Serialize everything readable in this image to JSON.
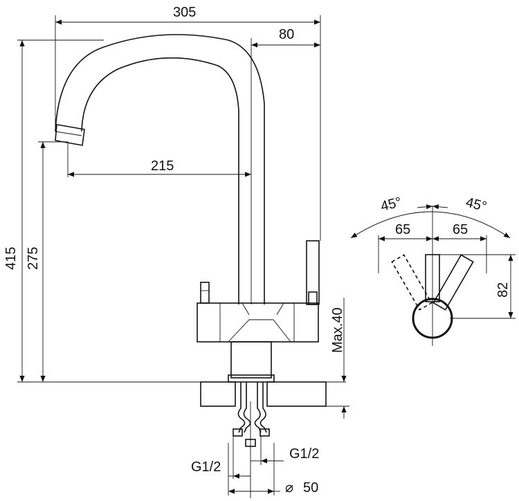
{
  "dimensions": {
    "total_reach": "305",
    "head_offset": "80",
    "spout_reach": "215",
    "total_height": "415",
    "spout_height": "275",
    "max_counter_thickness": "Max.40",
    "handle_angle_left": "45°",
    "handle_angle_right": "45°",
    "handle_offset_left": "65",
    "handle_offset_right": "65",
    "handle_height": "82",
    "inlet_thread_left": "G1/2",
    "inlet_thread_right": "G1/2",
    "base_diameter_symbol": "⌀",
    "base_diameter": "50"
  },
  "colors": {
    "line": "#111111",
    "background": "#ffffff"
  }
}
